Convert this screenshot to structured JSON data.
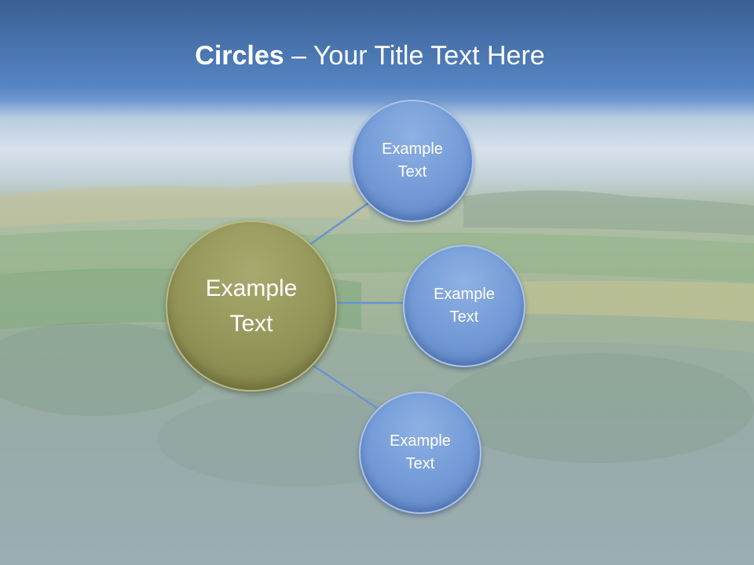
{
  "slide": {
    "title_bold": "Circles",
    "title_rest": " – Your Title Text Here"
  },
  "diagram": {
    "center": {
      "label": "Example\nText",
      "color": "#939458"
    },
    "satellites": [
      {
        "label": "Example\nText",
        "color": "#729ad6"
      },
      {
        "label": "Example\nText",
        "color": "#729ad6"
      },
      {
        "label": "Example\nText",
        "color": "#729ad6"
      }
    ],
    "connector_color": "#6a93cf"
  }
}
